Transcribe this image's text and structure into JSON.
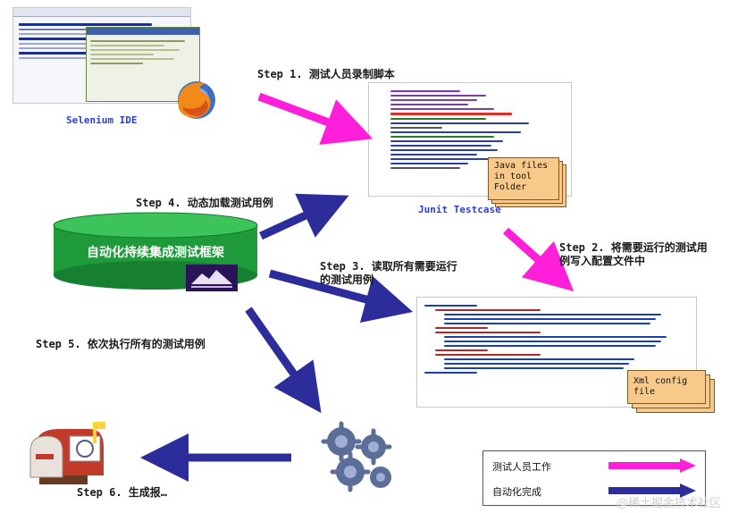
{
  "steps": {
    "s1": "Step 1. 测试人员录制脚本",
    "s2a": "Step 2. 将需要运行的测试用",
    "s2b": "例写入配置文件中",
    "s3a": "Step 3. 读取所有需要运行",
    "s3b": "的测试用例",
    "s4": "Step 4. 动态加载测试用例",
    "s5": "Step 5. 依次执行所有的测试用例",
    "s6": "Step 6. 生成报…"
  },
  "captions": {
    "selenium": "Selenium IDE",
    "junit": "Junit Testcase"
  },
  "notes": {
    "java": [
      "Java files",
      "in tool",
      "Folder"
    ],
    "xml": [
      "Xml config",
      "file"
    ]
  },
  "cylinder_label": "自动化持续集成测试框架",
  "legend": {
    "item1": "测试人员工作",
    "item2": "自动化完成"
  },
  "watermark": "@稀土掘金技术社区",
  "colors": {
    "magenta_arrow": "#ff1ed9",
    "blue_arrow": "#2c2c9a",
    "cylinder": "#1f9a3a",
    "caption": "#2b3fd0"
  }
}
